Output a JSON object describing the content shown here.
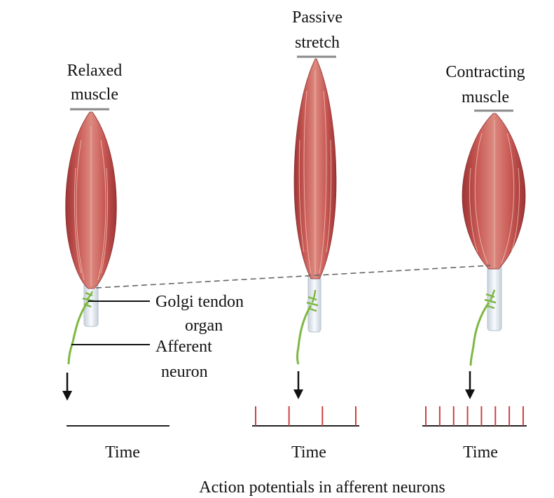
{
  "panels": [
    {
      "label_lines": [
        "Relaxed",
        "muscle"
      ],
      "time_label": "Time",
      "spike_count": 0
    },
    {
      "label_lines": [
        "Passive",
        "stretch"
      ],
      "time_label": "Time",
      "spike_count": 4
    },
    {
      "label_lines": [
        "Contracting",
        "muscle"
      ],
      "time_label": "Time",
      "spike_count": 8
    }
  ],
  "callouts": {
    "golgi_lines": [
      "Golgi tendon",
      "organ"
    ],
    "afferent_lines": [
      "Afferent",
      "neuron"
    ]
  },
  "caption": "Action potentials in afferent neurons",
  "colors": {
    "muscle": "#c85552",
    "muscle_dark": "#a83c3c",
    "tendon": "#e8eef5",
    "neuron": "#7db843",
    "spike": "#d04040",
    "bar": "#8a8a8a"
  }
}
